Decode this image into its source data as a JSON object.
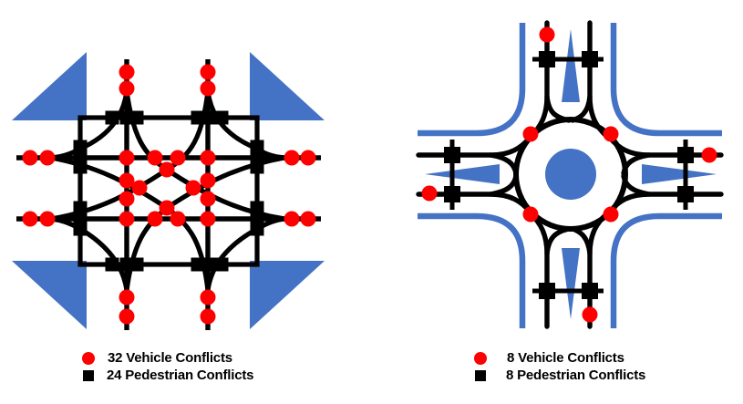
{
  "colors": {
    "brand_blue": "#4472C4",
    "conflict_red": "#FF0000",
    "road_black": "#000000",
    "background": "#FFFFFF"
  },
  "intersection": {
    "legend": {
      "vehicle": "32 Vehicle Conflicts",
      "pedestrian": "24 Pedestrian Conflicts"
    },
    "vehicle_conflict_count": 32,
    "pedestrian_conflict_count": 24,
    "vehicle_conflict_points": [
      [
        139,
        79
      ],
      [
        139,
        97
      ],
      [
        228,
        79
      ],
      [
        228,
        97
      ],
      [
        139,
        326
      ],
      [
        139,
        347
      ],
      [
        228,
        326
      ],
      [
        228,
        347
      ],
      [
        33,
        173
      ],
      [
        52,
        173
      ],
      [
        33,
        240
      ],
      [
        52,
        240
      ],
      [
        320,
        173
      ],
      [
        338,
        173
      ],
      [
        320,
        240
      ],
      [
        338,
        240
      ],
      [
        139,
        173
      ],
      [
        170,
        173
      ],
      [
        195,
        173
      ],
      [
        228,
        173
      ],
      [
        183,
        186
      ],
      [
        139,
        198
      ],
      [
        228,
        198
      ],
      [
        153,
        206
      ],
      [
        212,
        206
      ],
      [
        139,
        218
      ],
      [
        228,
        218
      ],
      [
        183,
        228
      ],
      [
        139,
        240
      ],
      [
        170,
        240
      ],
      [
        195,
        240
      ],
      [
        228,
        240
      ]
    ],
    "pedestrian_conflict_points": [
      [
        123,
        129
      ],
      [
        139,
        129
      ],
      [
        150,
        129
      ],
      [
        217,
        129
      ],
      [
        228,
        129
      ],
      [
        243,
        129
      ],
      [
        123,
        290
      ],
      [
        139,
        290
      ],
      [
        150,
        290
      ],
      [
        217,
        290
      ],
      [
        228,
        290
      ],
      [
        243,
        290
      ],
      [
        88,
        161
      ],
      [
        88,
        172
      ],
      [
        88,
        183
      ],
      [
        88,
        228
      ],
      [
        88,
        239
      ],
      [
        88,
        251
      ],
      [
        282,
        161
      ],
      [
        282,
        172
      ],
      [
        282,
        183
      ],
      [
        282,
        228
      ],
      [
        282,
        239
      ],
      [
        282,
        251
      ]
    ]
  },
  "roundabout": {
    "legend": {
      "vehicle": "8 Vehicle Conflicts",
      "pedestrian": "8 Pedestrian Conflicts"
    },
    "vehicle_conflict_count": 8,
    "pedestrian_conflict_count": 8,
    "vehicle_conflict_points": [
      [
        600,
        38
      ],
      [
        778,
        170
      ],
      [
        647,
        345
      ],
      [
        471,
        212
      ],
      [
        582,
        147
      ],
      [
        670,
        147
      ],
      [
        582,
        235
      ],
      [
        670,
        235
      ]
    ],
    "pedestrian_conflict_points": [
      [
        600,
        65
      ],
      [
        647,
        65
      ],
      [
        600,
        319
      ],
      [
        647,
        319
      ],
      [
        496,
        170
      ],
      [
        496,
        213
      ],
      [
        752,
        170
      ],
      [
        752,
        213
      ]
    ]
  }
}
